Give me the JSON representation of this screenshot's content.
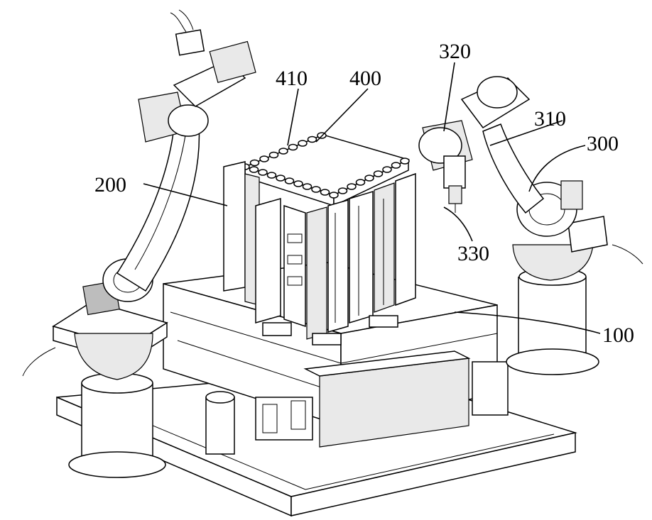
{
  "labels": {
    "l200": "200",
    "l410": "410",
    "l400": "400",
    "l320": "320",
    "l310": "310",
    "l300": "300",
    "l330": "330",
    "l100": "100"
  }
}
